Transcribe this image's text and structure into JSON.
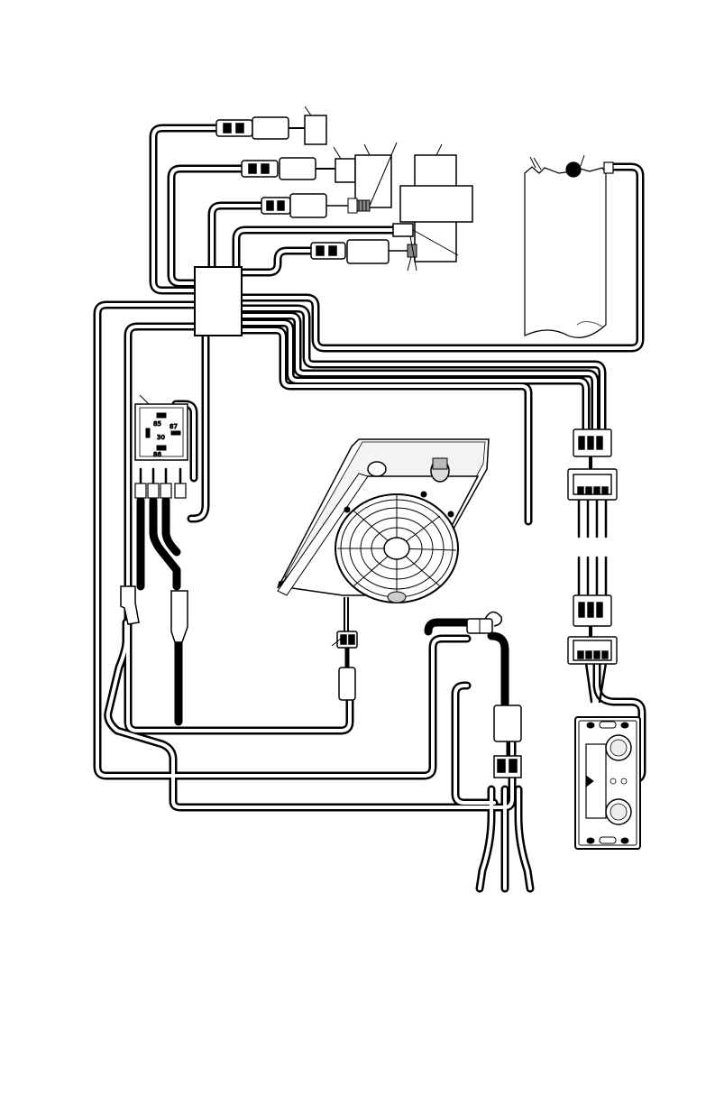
{
  "diagram": {
    "type": "wiring-harness-illustration",
    "colors": {
      "wire": "#000000",
      "background": "#ffffff",
      "shading": "#d9d9d9"
    },
    "relay": {
      "pins": [
        "85",
        "30",
        "87",
        "86"
      ]
    },
    "components": [
      "junction-box",
      "connector-1",
      "connector-2",
      "connector-3",
      "connector-4",
      "sensor-module",
      "temperature-sensor",
      "bracket",
      "reservoir-tank",
      "relay",
      "radiator-fan-assembly",
      "inline-fuse-holder",
      "power-connector",
      "controller-display",
      "harness-connector-upper",
      "harness-connector-lower"
    ]
  }
}
